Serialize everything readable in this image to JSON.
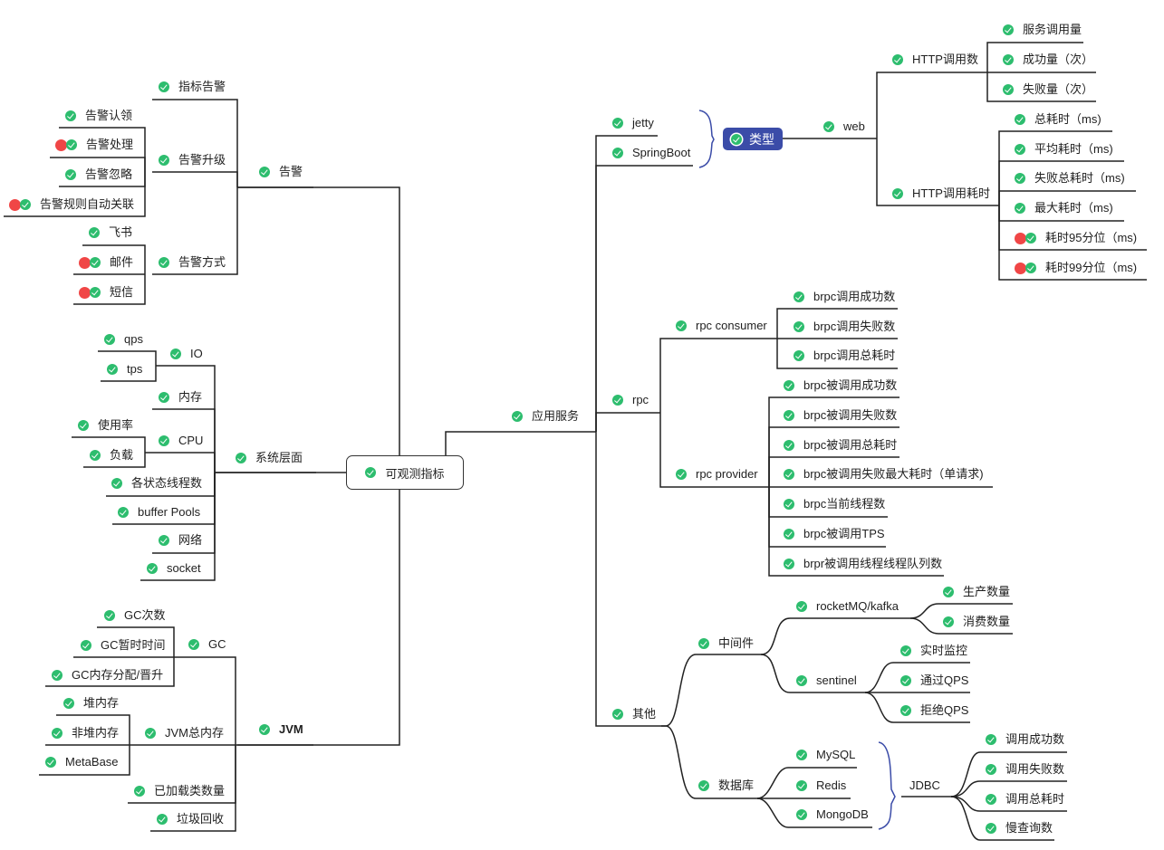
{
  "root": {
    "label": "可观测指标"
  },
  "left": {
    "alarm": {
      "label": "告警",
      "children": [
        {
          "label": "指标告警"
        },
        {
          "label": "告警升级",
          "children": [
            {
              "label": "告警认领",
              "flag": false
            },
            {
              "label": "告警处理",
              "flag": true
            },
            {
              "label": "告警忽略",
              "flag": false
            },
            {
              "label": "告警规则自动关联",
              "flag": true
            }
          ]
        },
        {
          "label": "告警方式",
          "children": [
            {
              "label": "飞书",
              "flag": false
            },
            {
              "label": "邮件",
              "flag": true
            },
            {
              "label": "短信",
              "flag": true
            }
          ]
        }
      ]
    },
    "system": {
      "label": "系统层面",
      "children": [
        {
          "label": "IO",
          "children": [
            {
              "label": "qps"
            },
            {
              "label": "tps"
            }
          ]
        },
        {
          "label": "内存"
        },
        {
          "label": "CPU",
          "children": [
            {
              "label": "使用率"
            },
            {
              "label": "负载"
            }
          ]
        },
        {
          "label": "各状态线程数"
        },
        {
          "label": "buffer Pools"
        },
        {
          "label": "网络"
        },
        {
          "label": "socket"
        }
      ]
    },
    "jvm": {
      "label": "JVM",
      "children": [
        {
          "label": "GC",
          "children": [
            {
              "label": "GC次数"
            },
            {
              "label": "GC暂时时间"
            },
            {
              "label": "GC内存分配/晋升"
            }
          ]
        },
        {
          "label": "JVM总内存",
          "children": [
            {
              "label": "堆内存"
            },
            {
              "label": "非堆内存"
            },
            {
              "label": "MetaBase"
            }
          ]
        },
        {
          "label": "已加载类数量"
        },
        {
          "label": "垃圾回收"
        }
      ]
    }
  },
  "right": {
    "app": {
      "label": "应用服务",
      "children": [
        {
          "label": "jetty"
        },
        {
          "label": "SpringBoot"
        },
        {
          "label": "rpc"
        },
        {
          "label": "其他"
        }
      ]
    },
    "type_summary": {
      "label": "类型",
      "web": {
        "label": "web",
        "http_count": {
          "label": "HTTP调用数",
          "children": [
            "服务调用量",
            "成功量（次）",
            "失败量（次）"
          ]
        },
        "http_time": {
          "label": "HTTP调用耗时",
          "children": [
            {
              "label": "总耗时（ms)",
              "flag": false
            },
            {
              "label": "平均耗时（ms)",
              "flag": false
            },
            {
              "label": "失败总耗时（ms)",
              "flag": false
            },
            {
              "label": "最大耗时（ms)",
              "flag": false
            },
            {
              "label": "耗时95分位（ms)",
              "flag": true
            },
            {
              "label": "耗时99分位（ms)",
              "flag": true
            }
          ]
        }
      }
    },
    "rpc": {
      "consumer": {
        "label": "rpc consumer",
        "children": [
          "brpc调用成功数",
          "brpc调用失败数",
          "brpc调用总耗时"
        ]
      },
      "provider": {
        "label": "rpc provider",
        "children": [
          "brpc被调用成功数",
          "brpc被调用失败数",
          "brpc被调用总耗时",
          "brpc被调用失败最大耗时（单请求)",
          "brpc当前线程数",
          "brpc被调用TPS",
          "brpr被调用线程线程队列数"
        ]
      }
    },
    "other": {
      "middleware": {
        "label": "中间件",
        "mq": {
          "label": "rocketMQ/kafka",
          "children": [
            "生产数量",
            "消费数量"
          ]
        },
        "sentinel": {
          "label": "sentinel",
          "children": [
            "实时监控",
            "通过QPS",
            "拒绝QPS"
          ]
        }
      },
      "database": {
        "label": "数据库",
        "children": [
          "MySQL",
          "Redis",
          "MongoDB"
        ],
        "summary": {
          "label": "JDBC",
          "children": [
            "调用成功数",
            "调用失败数",
            "调用总耗时",
            "慢查询数"
          ]
        }
      }
    }
  },
  "colors": {
    "check": "#2dbd6e",
    "flag": "#f04646",
    "type_box": "#3b4ca8",
    "bracket": "#3b4ca8",
    "line": "#222222"
  }
}
